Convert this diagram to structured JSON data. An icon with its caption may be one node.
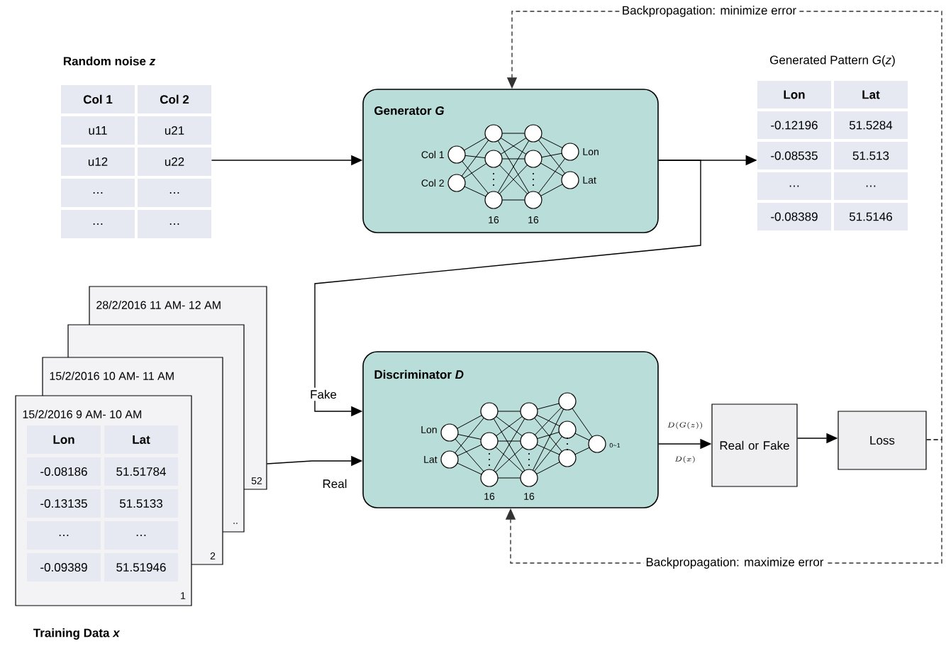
{
  "diagram": {
    "nodes": [
      {
        "text": [
          "Random noise *z*",
          "Col 1",
          "Col 2",
          "u11",
          "u21",
          "u12",
          "u22",
          "…",
          "…",
          "…",
          "…"
        ]
      },
      {
        "text": [
          "Generator *G*",
          "Col 1",
          "Col 2",
          "Lon",
          "Lat",
          "16",
          "16"
        ]
      },
      {
        "text": [
          "Generated Pattern *G*(*z*)",
          "Lon",
          "Lat",
          "-0.12196",
          "51.5284",
          "-0.08535",
          "51.513",
          "…",
          "…",
          "-0.08389",
          "51.5146"
        ]
      },
      {
        "text": [
          "28/2/2016 11 AM- 12 AM",
          "52",
          "..",
          "15/2/2016 10 AM- 11 AM",
          "2",
          "15/2/2016 9 AM- 10 AM",
          "Lon",
          "Lat",
          "-0.08186",
          "51.51784",
          "-0.13135",
          "51.5133",
          "…",
          "…",
          "-0.09389",
          "51.51946",
          "1"
        ],
        "beside": [
          "Training Data *x*"
        ]
      },
      {
        "text": [
          "Discriminator *D*",
          "Lon",
          "Lat",
          "16",
          "16",
          "0~1"
        ]
      },
      {
        "text": [
          "Real or Fake"
        ]
      },
      {
        "text": [
          "Loss"
        ]
      }
    ],
    "edges": [
      {
        "from": 0,
        "to": 1,
        "arrow": "to"
      },
      {
        "from": 1,
        "to": 2,
        "arrow": "to"
      },
      {
        "from": 1,
        "to": 4,
        "arrow": "to",
        "label": "Fake"
      },
      {
        "from": 3,
        "to": 4,
        "arrow": "to",
        "label": "Real"
      },
      {
        "from": 4,
        "to": 5,
        "arrow": "to"
      },
      {
        "from": 5,
        "to": 6,
        "arrow": "to"
      },
      {
        "from": 6,
        "to": 1,
        "arrow": "to",
        "style": "dashed",
        "label": "Backpropagation: minimize error"
      },
      {
        "from": 6,
        "to": 4,
        "arrow": "to",
        "style": "dashed",
        "label": "Backpropagation: maximize error"
      }
    ],
    "labels": [
      "D(G(z))",
      "D(x)"
    ]
  }
}
